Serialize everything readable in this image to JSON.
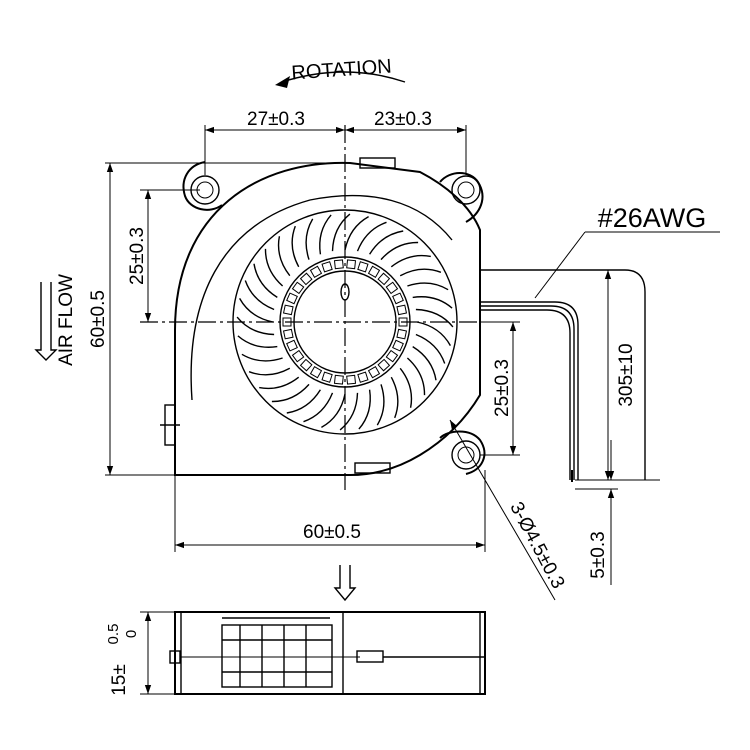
{
  "labels": {
    "rotation": "ROTATION",
    "air_flow": "AIR FLOW",
    "wire_gauge": "#26AWG"
  },
  "dimensions": {
    "top_left_width": "27±0.3",
    "top_right_width": "23±0.3",
    "left_hole_height": "25±0.3",
    "overall_height": "60±0.5",
    "right_hole_height": "25±0.3",
    "lead_length": "305±10",
    "overall_width": "60±0.5",
    "hole_spec": "3-Ø4.5±0.3",
    "lead_strip": "5±0.3",
    "thickness_main": "15±",
    "thickness_tol_upper": "0.5",
    "thickness_tol_lower": "0"
  }
}
